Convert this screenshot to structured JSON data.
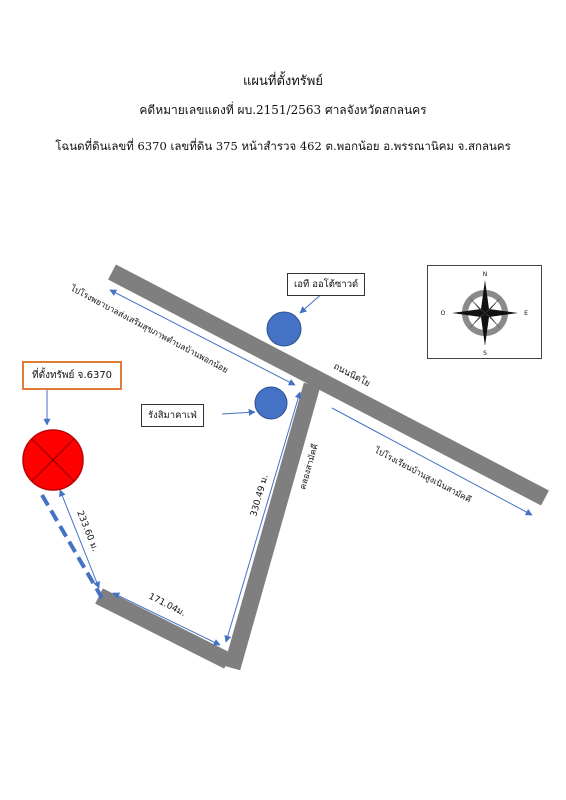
{
  "header": {
    "title": "แผนที่ตั้งทรัพย์",
    "case_line": "คดีหมายเลขแดงที่ ผบ.2151/2563  ศาลจังหวัดสกลนคร",
    "deed_line": "โฉนดที่ดินเลขที่ 6370  เลขที่ดิน 375 หน้าสำรวจ 462  ต.พอกน้อย อ.พรรณานิคม จ.สกลนคร"
  },
  "map": {
    "property_label": "ที่ตั้งทรัพย์ จ.6370",
    "landmark_1": "เอที ออโต้ซาวด์",
    "landmark_2": "รังสิมาคาเฟ่",
    "road_main": "ถนนนิตโย",
    "road_side": "คลองสามัคคี",
    "arrow_left_upper": "ไปโรงพยาบาลส่งเสริมสุขภาพตำบลบ้านพอกน้อย",
    "arrow_right": "ไปโรงเรียนบ้านสูงเนินสามัคคี",
    "distance_1": "330.49 ม.",
    "distance_2": "171.04ม.",
    "distance_3": "233.60 ม."
  },
  "compass": {
    "n": "N",
    "s": "S",
    "e": "E",
    "w": "O"
  },
  "colors": {
    "road": "#7f7f7f",
    "landmark": "#4472c4",
    "property": "#ff0000",
    "arrow": "#4472c4"
  }
}
